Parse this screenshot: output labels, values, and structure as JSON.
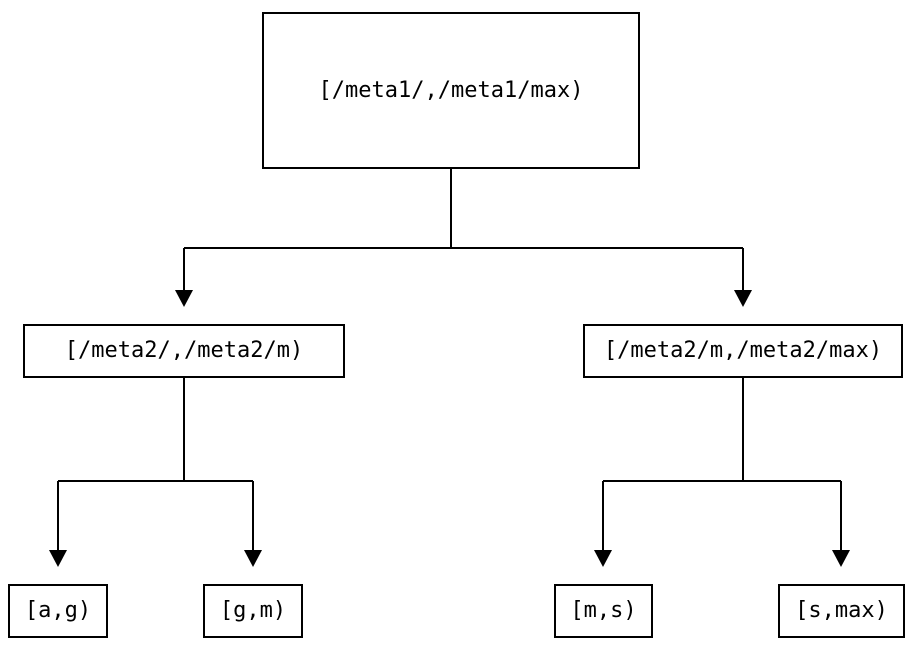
{
  "diagram": {
    "type": "tree",
    "background": "#ffffff",
    "line_color": "#000000",
    "text_color": "#000000",
    "nodes": {
      "root": {
        "label": "[/meta1/,/meta1/max)"
      },
      "left": {
        "label": "[/meta2/,/meta2/m)"
      },
      "right": {
        "label": "[/meta2/m,/meta2/max)"
      },
      "leaf_ag": {
        "label": "[a,g)"
      },
      "leaf_gm": {
        "label": "[g,m)"
      },
      "leaf_ms": {
        "label": "[m,s)"
      },
      "leaf_smax": {
        "label": "[s,max)"
      }
    },
    "edges": [
      {
        "from": "root",
        "to": "left"
      },
      {
        "from": "root",
        "to": "right"
      },
      {
        "from": "left",
        "to": "leaf_ag"
      },
      {
        "from": "left",
        "to": "leaf_gm"
      },
      {
        "from": "right",
        "to": "leaf_ms"
      },
      {
        "from": "right",
        "to": "leaf_smax"
      }
    ]
  }
}
